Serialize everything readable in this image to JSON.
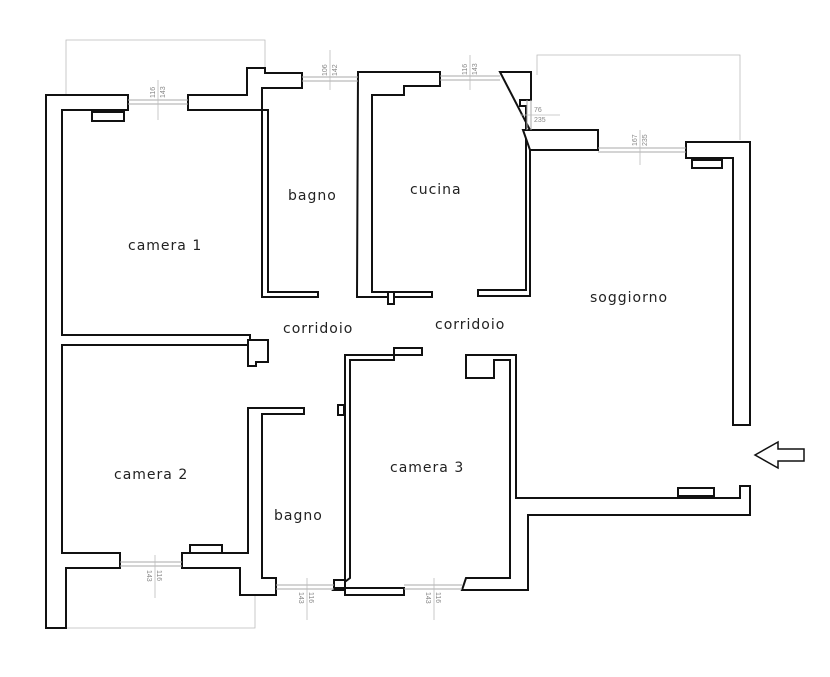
{
  "rooms": {
    "camera1": "camera 1",
    "bagno_top": "bagno",
    "cucina": "cucina",
    "soggiorno": "soggiorno",
    "corridoio_left": "corridoio",
    "corridoio_right": "corridoio",
    "camera2": "camera 2",
    "camera3": "camera 3",
    "bagno_bottom": "bagno"
  },
  "dimensions": {
    "w_camera1": [
      "116",
      "143"
    ],
    "w_bagno_top": [
      "106",
      "142"
    ],
    "w_cucina": [
      "116",
      "143"
    ],
    "w_cucina_side": [
      "76",
      "235"
    ],
    "w_soggiorno": [
      "167",
      "235"
    ],
    "w_camera2": [
      "143",
      "116"
    ],
    "w_bagno_bottom": [
      "143",
      "116"
    ],
    "w_camera3": [
      "143",
      "116"
    ]
  }
}
